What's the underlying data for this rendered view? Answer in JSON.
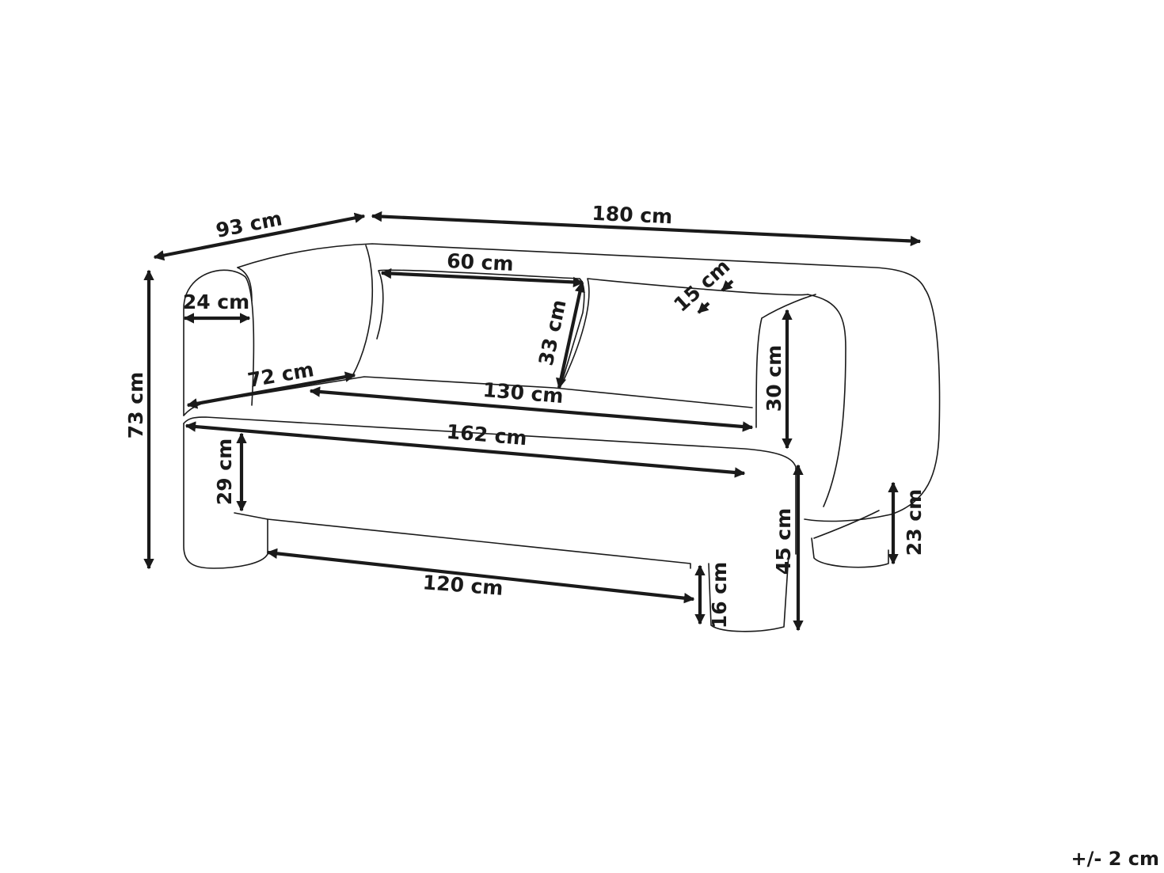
{
  "dimensions": {
    "depth": "93 cm",
    "width": "180 cm",
    "cushion_width": "60 cm",
    "cushion_depth": "15 cm",
    "armrest_width": "24 cm",
    "cushion_height": "33 cm",
    "height": "73 cm",
    "seat_depth": "72 cm",
    "seat_width_inner": "130 cm",
    "armrest_height": "30 cm",
    "seat_width": "162 cm",
    "seat_thickness": "29 cm",
    "seat_height": "45 cm",
    "rear_clearance": "23 cm",
    "leg_spacing": "120 cm",
    "leg_height": "16 cm"
  },
  "tolerance": "+/- 2 cm"
}
